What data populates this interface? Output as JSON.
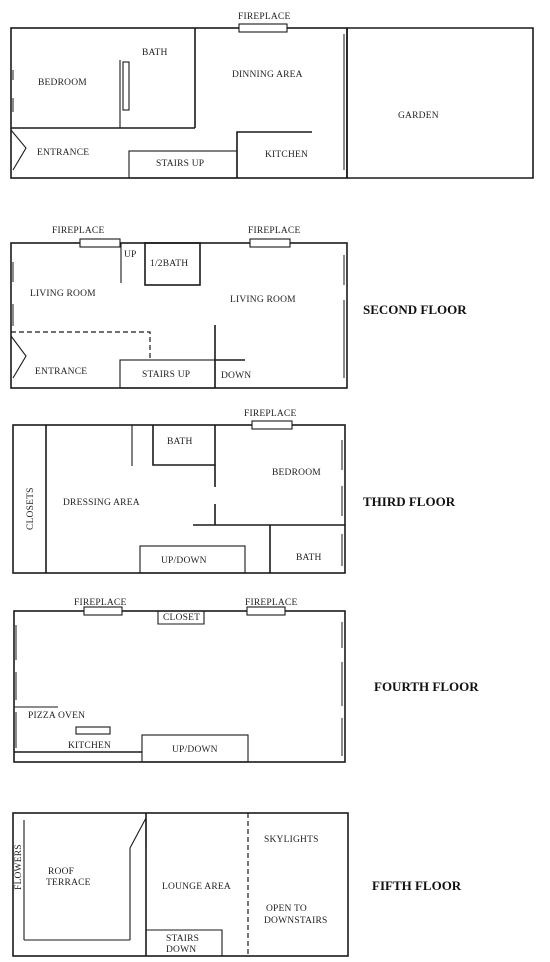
{
  "floors": [
    {
      "id": "first",
      "title": "",
      "labels": {
        "fireplace": "FIREPLACE",
        "bath": "BATH",
        "bedroom": "BEDROOM",
        "dinning_area": "DINNING AREA",
        "garden": "GARDEN",
        "entrance": "ENTRANCE",
        "stairs_up": "STAIRS UP",
        "kitchen": "KITCHEN"
      }
    },
    {
      "id": "second",
      "title": "SECOND FLOOR",
      "labels": {
        "fireplace_left": "FIREPLACE",
        "fireplace_right": "FIREPLACE",
        "up": "UP",
        "half_bath": "1/2BATH",
        "living_room_left": "LIVING ROOM",
        "living_room_right": "LIVING ROOM",
        "entrance": "ENTRANCE",
        "stairs_up": "STAIRS UP",
        "down": "DOWN"
      }
    },
    {
      "id": "third",
      "title": "THIRD FLOOR",
      "labels": {
        "fireplace": "FIREPLACE",
        "bath_top": "BATH",
        "bedroom": "BEDROOM",
        "closets": "CLOSETS",
        "dressing_area": "DRESSING AREA",
        "up_down": "UP/DOWN",
        "bath_bottom": "BATH"
      }
    },
    {
      "id": "fourth",
      "title": "FOURTH FLOOR",
      "labels": {
        "fireplace_left": "FIREPLACE",
        "closet": "CLOSET",
        "fireplace_right": "FIREPLACE",
        "pizza_oven": "PIZZA OVEN",
        "kitchen": "KITCHEN",
        "up_down": "UP/DOWN"
      }
    },
    {
      "id": "fifth",
      "title": "FIFTH FLOOR",
      "labels": {
        "flowers": "FLOWERS",
        "roof_terrace_1": "ROOF",
        "roof_terrace_2": "TERRACE",
        "lounge_area": "LOUNGE AREA",
        "skylights": "SKYLIGHTS",
        "open_1": "OPEN TO",
        "open_2": "DOWNSTAIRS",
        "stairs_1": "STAIRS",
        "stairs_2": "DOWN"
      }
    }
  ]
}
